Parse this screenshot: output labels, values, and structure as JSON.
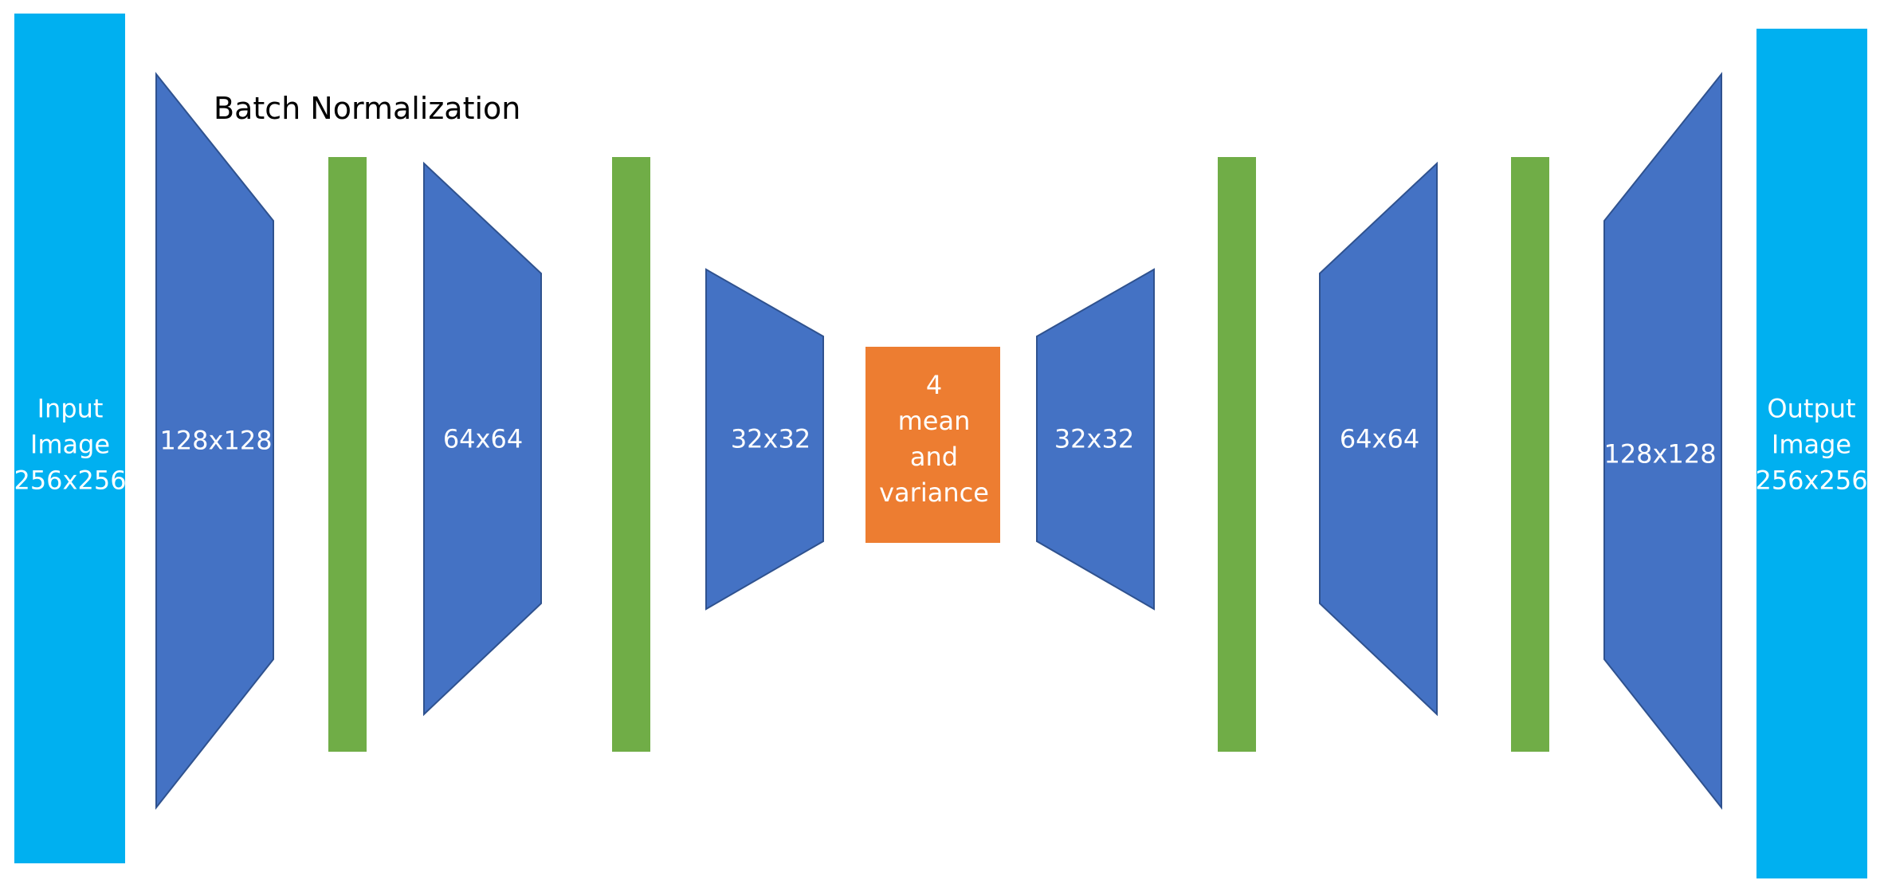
{
  "annotation": "Batch Normalization",
  "input": {
    "lines": [
      "Input",
      "Image",
      "256x256"
    ]
  },
  "output": {
    "lines": [
      "Output",
      "Image",
      "256x256"
    ]
  },
  "latent": {
    "lines": [
      "4",
      "mean",
      "and",
      "variance"
    ]
  },
  "encoder": [
    {
      "label": "128x128"
    },
    {
      "label": "64x64"
    },
    {
      "label": "32x32"
    }
  ],
  "decoder": [
    {
      "label": "32x32"
    },
    {
      "label": "64x64"
    },
    {
      "label": "128x128"
    }
  ],
  "colors": {
    "io_block": "#00b0f0",
    "conv_block": "#4472c4",
    "conv_border": "#2f528f",
    "batch_norm": "#70ad47",
    "latent_block": "#ed7d31",
    "label_text": "#ffffff",
    "annotation_text": "#000000"
  }
}
